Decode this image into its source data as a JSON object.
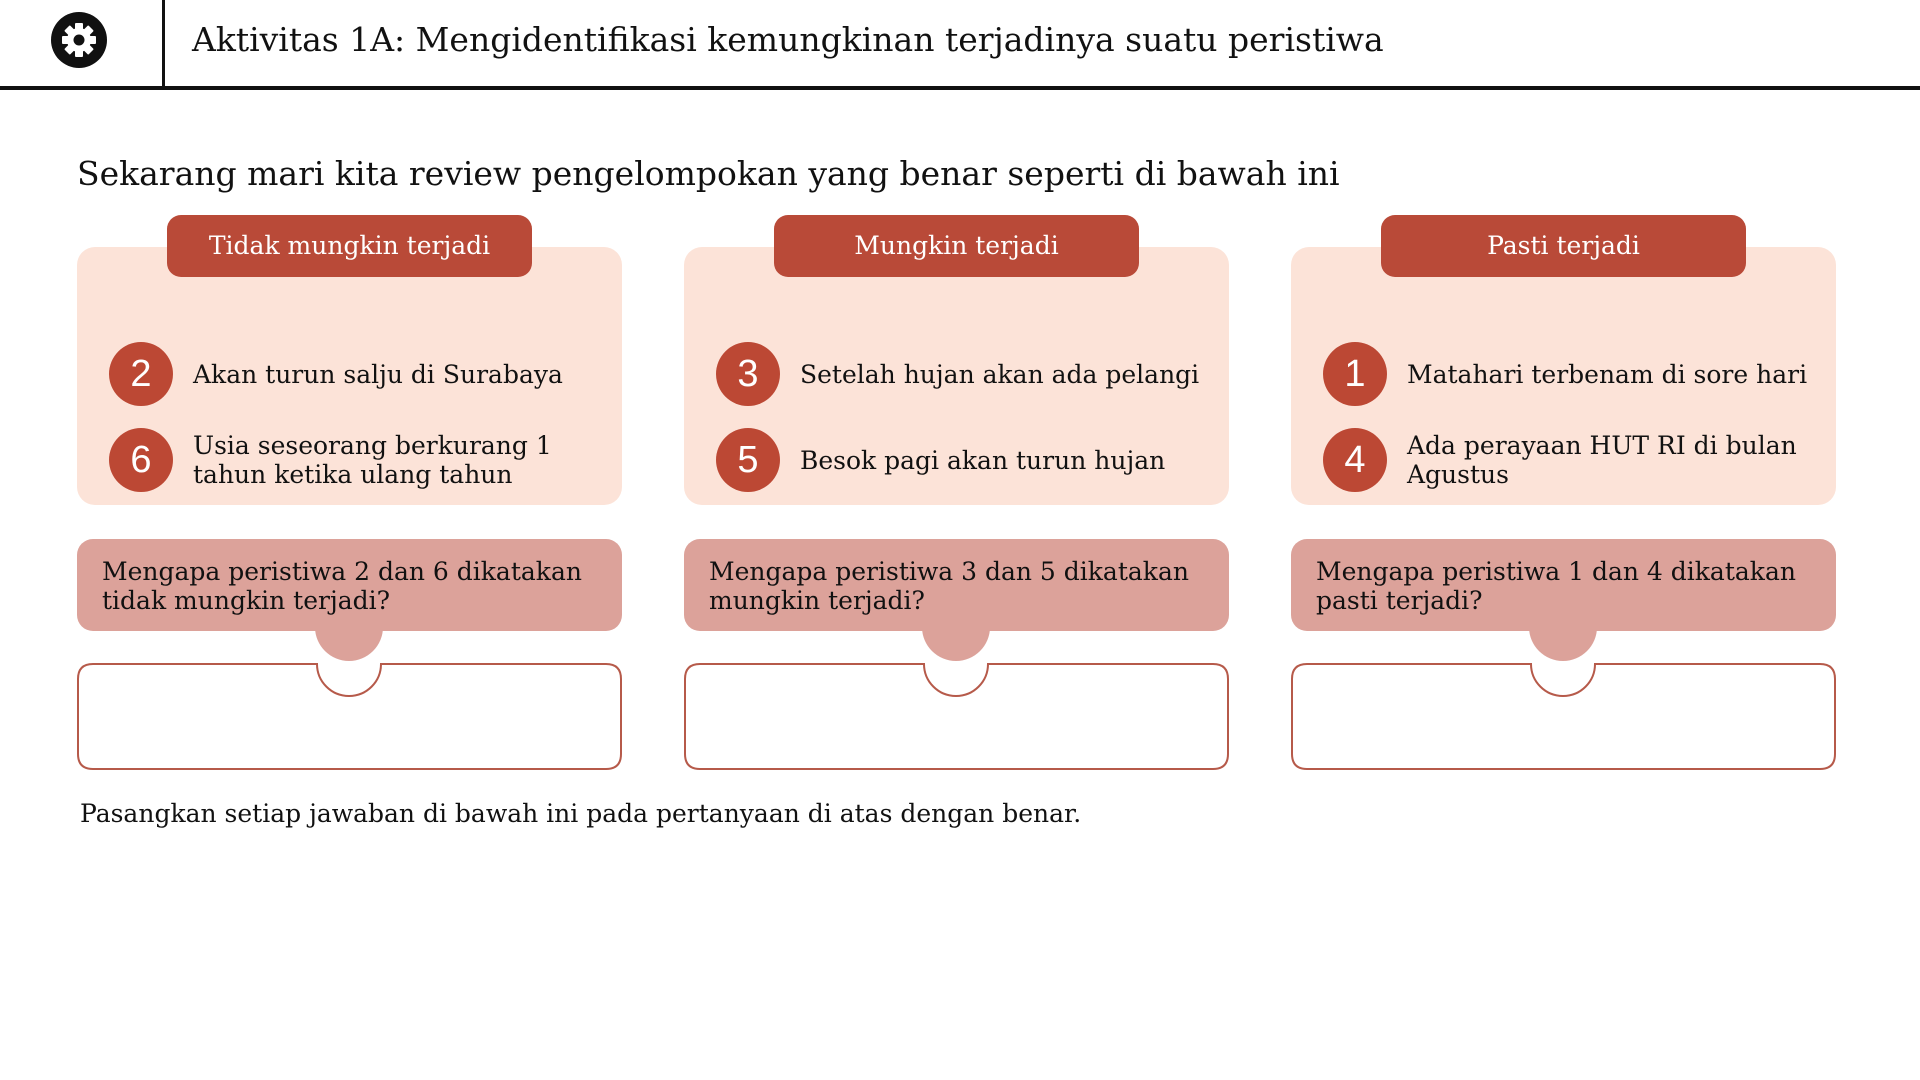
{
  "header": {
    "icon": "gear-icon",
    "title": "Aktivitas 1A: Mengidentifikasi kemungkinan terjadinya suatu peristiwa"
  },
  "intro": "Sekarang mari kita review pengelompokan yang benar seperti di bawah ini",
  "colors": {
    "accent": "#b94a38",
    "card_bg": "#fce3d8",
    "question_bg": "#dca29a",
    "answer_border": "#b65a4a"
  },
  "columns": [
    {
      "category": "Tidak mungkin terjadi",
      "items": [
        {
          "number": "2",
          "text": "Akan turun salju di Surabaya"
        },
        {
          "number": "6",
          "text": "Usia seseorang berkurang 1 tahun ketika ulang tahun"
        }
      ],
      "question": "Mengapa peristiwa 2 dan 6 dikatakan tidak mungkin terjadi?",
      "answer": ""
    },
    {
      "category": "Mungkin terjadi",
      "items": [
        {
          "number": "3",
          "text": "Setelah hujan akan ada pelangi"
        },
        {
          "number": "5",
          "text": "Besok pagi akan turun hujan"
        }
      ],
      "question": "Mengapa peristiwa 3 dan 5 dikatakan mungkin terjadi?",
      "answer": ""
    },
    {
      "category": "Pasti terjadi",
      "items": [
        {
          "number": "1",
          "text": "Matahari terbenam di sore hari"
        },
        {
          "number": "4",
          "text": "Ada perayaan HUT RI di bulan Agustus"
        }
      ],
      "question": "Mengapa peristiwa 1 dan 4 dikatakan pasti terjadi?",
      "answer": ""
    }
  ],
  "instruction": "Pasangkan setiap jawaban di bawah ini pada pertanyaan di atas dengan benar."
}
